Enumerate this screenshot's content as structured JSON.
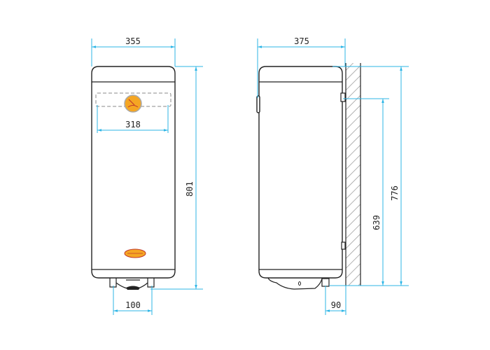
{
  "front_view": {
    "width_label": "355",
    "height_label": "801",
    "mount_width_label": "318",
    "pipe_spacing_label": "100"
  },
  "side_view": {
    "depth_label": "375",
    "total_height_label": "776",
    "bracket_height_label": "639",
    "pipe_offset_label": "90"
  },
  "colors": {
    "dimension_line": "#2cb5e6",
    "gauge": "#f5a623",
    "outline": "#222222"
  }
}
